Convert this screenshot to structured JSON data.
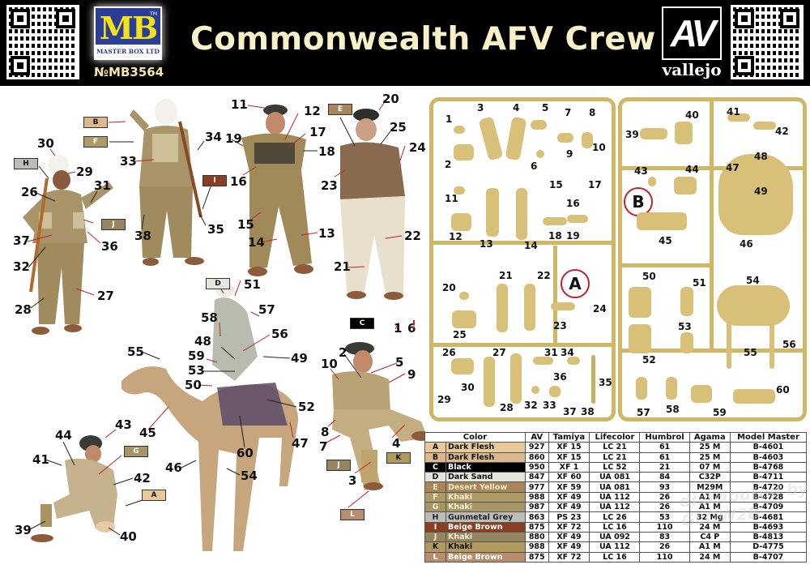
{
  "header": {
    "title": "Commonwealth AFV Crew",
    "brand_logo": {
      "letters": "MB",
      "tm": "TM",
      "subtitle": "MASTER BOX LTD"
    },
    "product_number": "№MB3564",
    "paint_brand": {
      "logo": "AV",
      "name": "vallejo"
    },
    "colors": {
      "background": "#000000",
      "title": "#f8f1c8",
      "mb_blue": "#2b3d97",
      "mb_yellow": "#f2e21a"
    }
  },
  "figures": {
    "callouts": [
      {
        "n": "30"
      },
      {
        "n": "29"
      },
      {
        "n": "31"
      },
      {
        "n": "26"
      },
      {
        "n": "37"
      },
      {
        "n": "36"
      },
      {
        "n": "32"
      },
      {
        "n": "28"
      },
      {
        "n": "27"
      },
      {
        "n": "33"
      },
      {
        "n": "34"
      },
      {
        "n": "38"
      },
      {
        "n": "35"
      },
      {
        "n": "11"
      },
      {
        "n": "12"
      },
      {
        "n": "17"
      },
      {
        "n": "19"
      },
      {
        "n": "18"
      },
      {
        "n": "16"
      },
      {
        "n": "15"
      },
      {
        "n": "14"
      },
      {
        "n": "13"
      },
      {
        "n": "20"
      },
      {
        "n": "25"
      },
      {
        "n": "24"
      },
      {
        "n": "23"
      },
      {
        "n": "22"
      },
      {
        "n": "21"
      },
      {
        "n": "51"
      },
      {
        "n": "57"
      },
      {
        "n": "58"
      },
      {
        "n": "56"
      },
      {
        "n": "48"
      },
      {
        "n": "49"
      },
      {
        "n": "59"
      },
      {
        "n": "53"
      },
      {
        "n": "50"
      },
      {
        "n": "55"
      },
      {
        "n": "52"
      },
      {
        "n": "45"
      },
      {
        "n": "47"
      },
      {
        "n": "60"
      },
      {
        "n": "46"
      },
      {
        "n": "54"
      },
      {
        "n": "1"
      },
      {
        "n": "6"
      },
      {
        "n": "2"
      },
      {
        "n": "5"
      },
      {
        "n": "10"
      },
      {
        "n": "9"
      },
      {
        "n": "8"
      },
      {
        "n": "7"
      },
      {
        "n": "4"
      },
      {
        "n": "3"
      },
      {
        "n": "43"
      },
      {
        "n": "44"
      },
      {
        "n": "41"
      },
      {
        "n": "42"
      },
      {
        "n": "39"
      },
      {
        "n": "40"
      }
    ],
    "color_tags": [
      {
        "code": "B"
      },
      {
        "code": "F"
      },
      {
        "code": "H"
      },
      {
        "code": "I"
      },
      {
        "code": "J"
      },
      {
        "code": "E"
      },
      {
        "code": "D"
      },
      {
        "code": "C"
      },
      {
        "code": "J"
      },
      {
        "code": "K"
      },
      {
        "code": "L"
      },
      {
        "code": "G"
      },
      {
        "code": "A"
      }
    ],
    "attention_mark": "!"
  },
  "sprues": {
    "A": {
      "label": "A",
      "parts": [
        "1",
        "2",
        "3",
        "4",
        "5",
        "6",
        "7",
        "8",
        "9",
        "10",
        "11",
        "12",
        "13",
        "14",
        "15",
        "16",
        "17",
        "18",
        "19",
        "20",
        "21",
        "22",
        "23",
        "24",
        "25",
        "26",
        "27",
        "28",
        "29",
        "30",
        "31",
        "32",
        "33",
        "34",
        "35",
        "36",
        "37",
        "38"
      ]
    },
    "B": {
      "label": "B",
      "parts": [
        "39",
        "40",
        "41",
        "42",
        "43",
        "44",
        "45",
        "46",
        "47",
        "48",
        "49",
        "50",
        "51",
        "52",
        "53",
        "54",
        "55",
        "56",
        "57",
        "58",
        "59",
        "60"
      ]
    },
    "plastic_color": "#cfb865"
  },
  "paint_table": {
    "headers": [
      "Color",
      "AV",
      "Tamiya",
      "Lifecolor",
      "Humbrol",
      "Agama",
      "Model Master"
    ],
    "rows": [
      {
        "code": "A",
        "name": "Dark Flesh",
        "av": "927",
        "tamiya": "XF 15",
        "lifecolor": "LC 21",
        "humbrol": "61",
        "agama": "25 M",
        "model_master": "B-4601",
        "swatch": "#e8c99a",
        "text": "#111111"
      },
      {
        "code": "B",
        "name": "Dark Flesh",
        "av": "860",
        "tamiya": "XF 15",
        "lifecolor": "LC 21",
        "humbrol": "61",
        "agama": "25 M",
        "model_master": "B-4603",
        "swatch": "#dcb98c",
        "text": "#111111"
      },
      {
        "code": "C",
        "name": "Black",
        "av": "950",
        "tamiya": "XF 1",
        "lifecolor": "LC 52",
        "humbrol": "21",
        "agama": "07 M",
        "model_master": "B-4768",
        "swatch": "#000000",
        "text": "#ffffff"
      },
      {
        "code": "D",
        "name": "Dark Sand",
        "av": "847",
        "tamiya": "XF 60",
        "lifecolor": "UA 081",
        "humbrol": "84",
        "agama": "C32P",
        "model_master": "B-4711",
        "swatch": "#e2e6dc",
        "text": "#111111"
      },
      {
        "code": "E",
        "name": "Desert Yellow",
        "av": "977",
        "tamiya": "XF 59",
        "lifecolor": "UA 081",
        "humbrol": "93",
        "agama": "M29M",
        "model_master": "B-4720",
        "swatch": "#a9865a",
        "text": "#f6e9c6"
      },
      {
        "code": "F",
        "name": "Khaki",
        "av": "988",
        "tamiya": "XF 49",
        "lifecolor": "UA 112",
        "humbrol": "26",
        "agama": "A1 M",
        "model_master": "B-4728",
        "swatch": "#ad9a67",
        "text": "#f6edd0"
      },
      {
        "code": "G",
        "name": "Khaki",
        "av": "987",
        "tamiya": "XF 49",
        "lifecolor": "UA 112",
        "humbrol": "26",
        "agama": "A1 M",
        "model_master": "B-4709",
        "swatch": "#a69566",
        "text": "#f6edd0"
      },
      {
        "code": "H",
        "name": "Gunmetal Grey",
        "av": "863",
        "tamiya": "PS 23",
        "lifecolor": "LC 26",
        "humbrol": "53",
        "agama": "32 Mg",
        "model_master": "B-4681",
        "swatch": "#bcbcb8",
        "text": "#222222"
      },
      {
        "code": "I",
        "name": "Beige Brown",
        "av": "875",
        "tamiya": "XF 72",
        "lifecolor": "LC 16",
        "humbrol": "110",
        "agama": "24 M",
        "model_master": "B-4693",
        "swatch": "#8a3f22",
        "text": "#ffffff"
      },
      {
        "code": "J",
        "name": "Khaki",
        "av": "880",
        "tamiya": "XF 49",
        "lifecolor": "UA 092",
        "humbrol": "83",
        "agama": "C4 P",
        "model_master": "B-4813",
        "swatch": "#958561",
        "text": "#f6edd0"
      },
      {
        "code": "K",
        "name": "Khaki",
        "av": "988",
        "tamiya": "XF 49",
        "lifecolor": "UA 112",
        "humbrol": "26",
        "agama": "A1 M",
        "model_master": "D-4775",
        "swatch": "#b29a5c",
        "text": "#111111"
      },
      {
        "code": "L",
        "name": "Beige Brown",
        "av": "875",
        "tamiya": "XF 72",
        "lifecolor": "LC 16",
        "humbrol": "110",
        "agama": "24 M",
        "model_master": "B-4707",
        "swatch": "#b88d6d",
        "text": "#ffffff"
      }
    ]
  },
  "watermark": "distributed by GLOW2B"
}
